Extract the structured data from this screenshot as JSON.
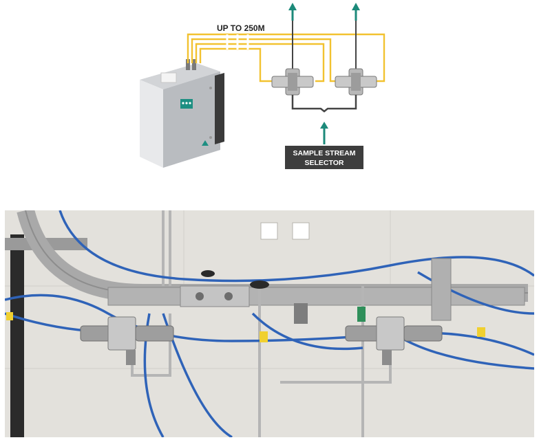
{
  "diagram": {
    "distance_label": "UP TO 250M",
    "selector_label_line1": "SAMPLE STREAM",
    "selector_label_line2": "SELECTOR",
    "colors": {
      "fiber": "#f2c230",
      "arrow": "#1c8a7a",
      "tubing": "#444444",
      "label_bg": "#3d3d3d",
      "analyzer_body": "#e6e7e9"
    }
  },
  "photo": {
    "description_icon": "installation-photo",
    "colors": {
      "wall": "#e3e1dc",
      "tubing": "#2f63b8",
      "metal": "#a8a8a8",
      "label_tag": "#f0d030"
    }
  }
}
